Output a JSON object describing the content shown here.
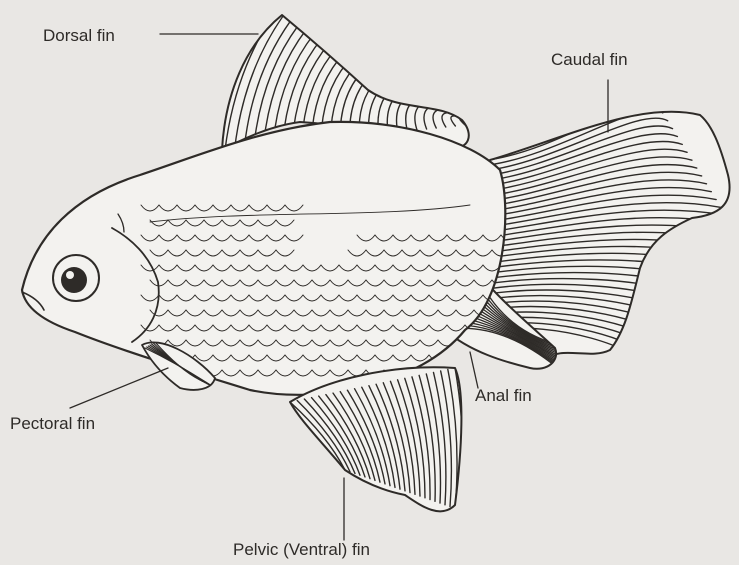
{
  "diagram": {
    "labels": {
      "dorsal": "Dorsal fin",
      "caudal": "Caudal fin",
      "anal": "Anal fin",
      "pectoral": "Pectoral fin",
      "pelvic": "Pelvic (Ventral) fin"
    },
    "colors": {
      "paper": "#e9e7e4",
      "ink": "#2e2b28",
      "body_fill": "#f3f2ef"
    }
  }
}
